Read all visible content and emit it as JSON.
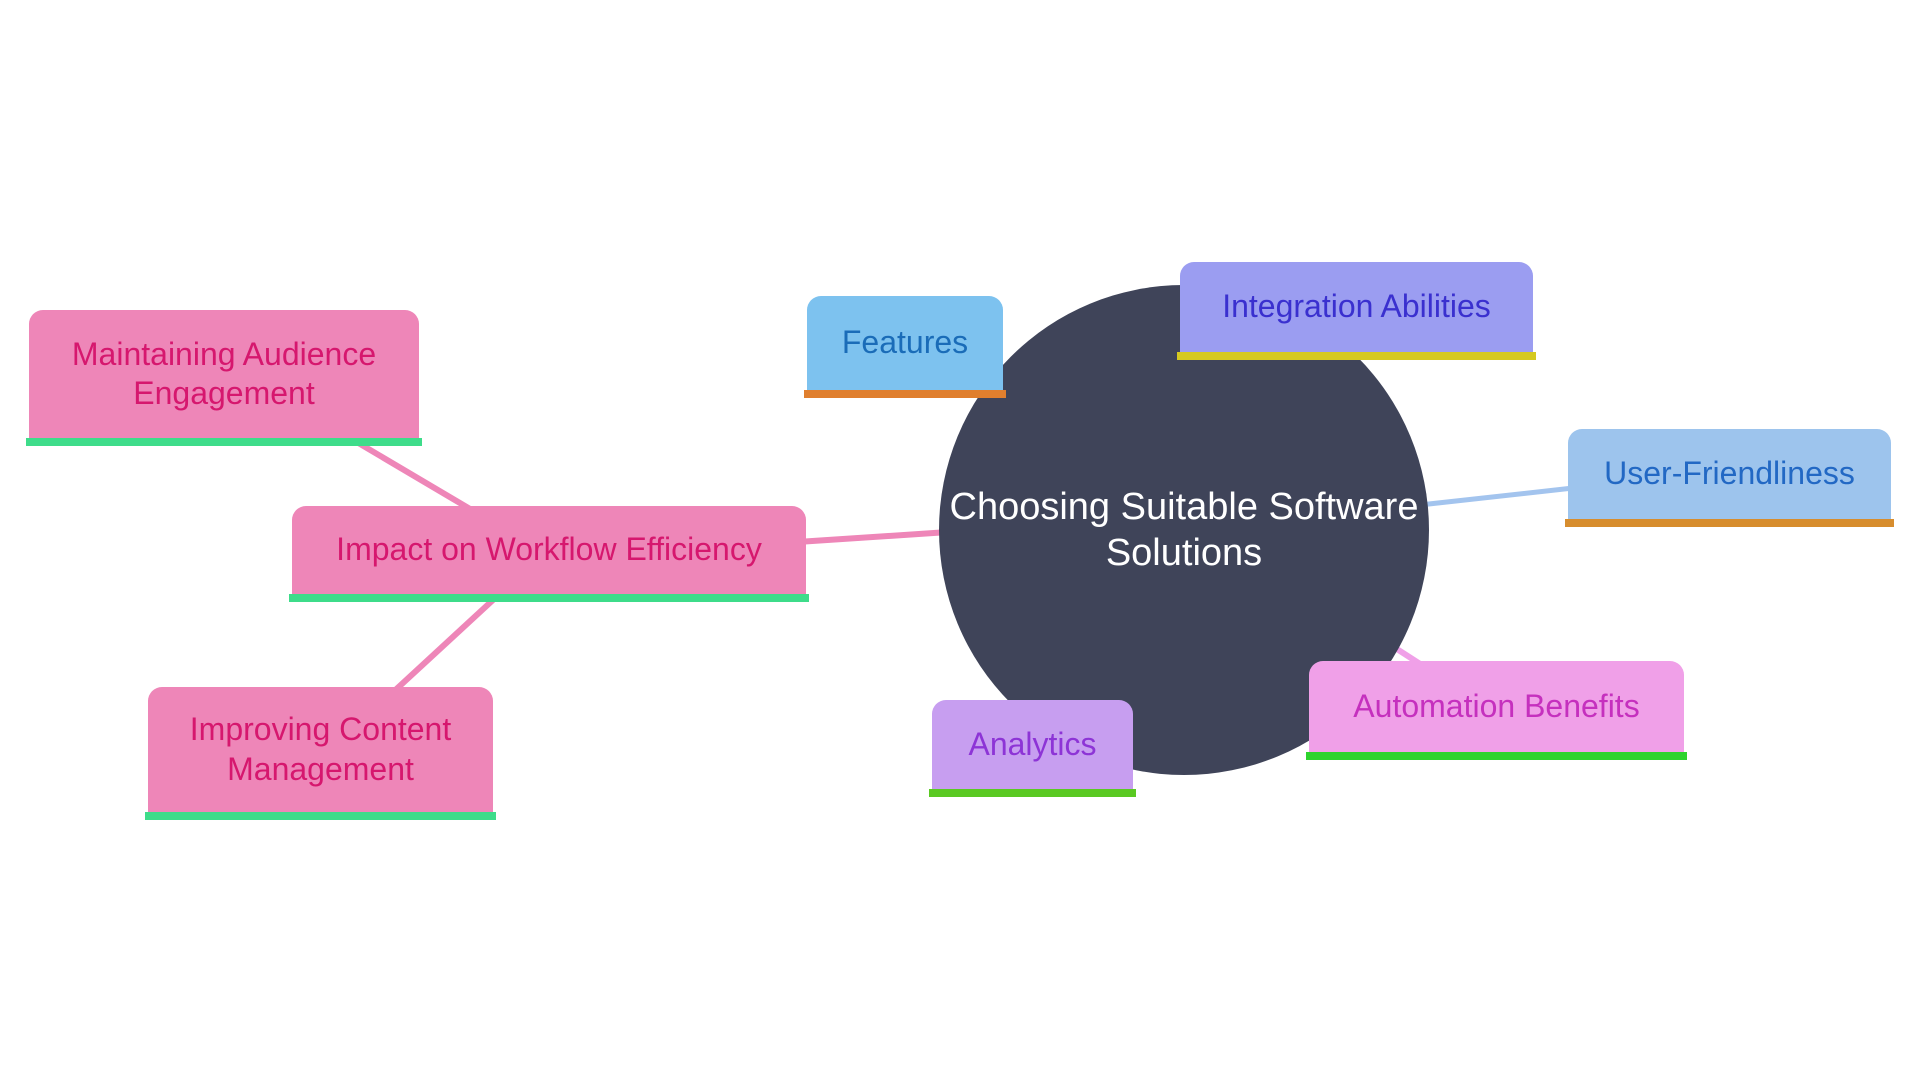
{
  "diagram": {
    "type": "mind-map",
    "background": "#ffffff",
    "center": {
      "label": "Choosing Suitable Software Solutions",
      "label_line1": "Choosing Suitable Software",
      "label_line2": "Solutions",
      "fill": "#3f4459",
      "text_color": "#ffffff"
    },
    "nodes": {
      "features": {
        "label": "Features",
        "fill": "#7dc2ef",
        "text_color": "#1a6cb8",
        "underline_color": "#e07f2e"
      },
      "integration_abilities": {
        "label": "Integration Abilities",
        "fill": "#9b9df1",
        "text_color": "#3a30cf",
        "underline_color": "#d5c920"
      },
      "user_friendliness": {
        "label": "User-Friendliness",
        "fill": "#9dc4ed",
        "text_color": "#2268c4",
        "underline_color": "#d78d2e"
      },
      "automation_benefits": {
        "label": "Automation Benefits",
        "fill": "#f0a0e8",
        "text_color": "#c530be",
        "underline_color": "#2ed32e"
      },
      "analytics": {
        "label": "Analytics",
        "fill": "#c79ef0",
        "text_color": "#8d34d6",
        "underline_color": "#5ac922"
      },
      "maintaining_audience_engagement": {
        "label": "Maintaining Audience Engagement",
        "fill": "#ee86b8",
        "text_color": "#d6176e",
        "underline_color": "#3edc8a"
      },
      "impact_on_workflow_efficiency": {
        "label": "Impact on Workflow Efficiency",
        "fill": "#ee86b8",
        "text_color": "#d6176e",
        "underline_color": "#3edc8a"
      },
      "improving_content_management": {
        "label": "Improving Content Management",
        "fill": "#ee86b8",
        "text_color": "#d6176e",
        "underline_color": "#3edc8a"
      }
    },
    "connectors": [
      {
        "from": "maintaining_audience_engagement",
        "to": "impact_on_workflow_efficiency",
        "color": "#ee86b8"
      },
      {
        "from": "impact_on_workflow_efficiency",
        "to": "improving_content_management",
        "color": "#ee86b8"
      },
      {
        "from": "impact_on_workflow_efficiency",
        "to": "center",
        "color": "#ee86b8"
      },
      {
        "from": "center",
        "to": "user_friendliness",
        "color": "#a3c4ee"
      },
      {
        "from": "center",
        "to": "automation_benefits",
        "color": "#f0a0e8"
      }
    ]
  }
}
